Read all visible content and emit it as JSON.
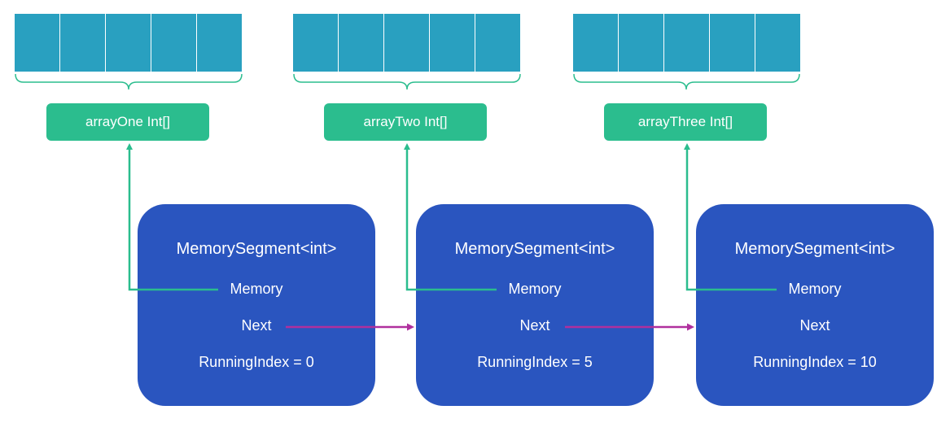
{
  "arrays": [
    {
      "label": "arrayOne Int[]"
    },
    {
      "label": "arrayTwo Int[]"
    },
    {
      "label": "arrayThree Int[]"
    }
  ],
  "segments": [
    {
      "title": "MemorySegment<int>",
      "memory": "Memory",
      "next": "Next",
      "running_index": "RunningIndex = 0"
    },
    {
      "title": "MemorySegment<int>",
      "memory": "Memory",
      "next": "Next",
      "running_index": "RunningIndex = 5"
    },
    {
      "title": "MemorySegment<int>",
      "memory": "Memory",
      "next": "Next",
      "running_index": "RunningIndex = 10"
    }
  ],
  "colors": {
    "array_cell": "#29a0c0",
    "label_box": "#2bbd8e",
    "segment": "#2a55bf",
    "memory_arrow": "#2bbd8e",
    "next_arrow": "#b0309e"
  }
}
